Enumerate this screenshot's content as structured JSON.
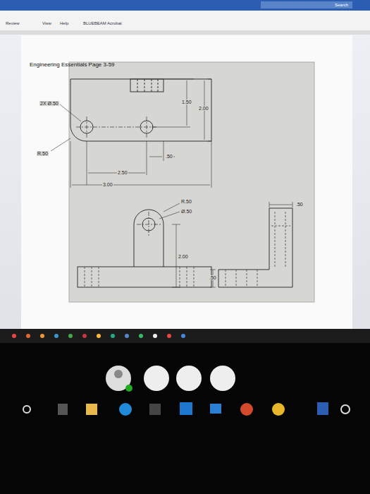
{
  "diagram": {
    "title": "Engineering Essentials Page 3-59",
    "labels": [
      "Search",
      "Review",
      "View",
      "Help",
      "BLUEBEAM",
      "Acrobat",
      "2X Ø.50",
      "1.50",
      "2.00",
      "R.50",
      ".50",
      "2.50",
      "3.00",
      "R.50",
      "Ø.50",
      ".50",
      "2.00",
      ".50"
    ]
  }
}
